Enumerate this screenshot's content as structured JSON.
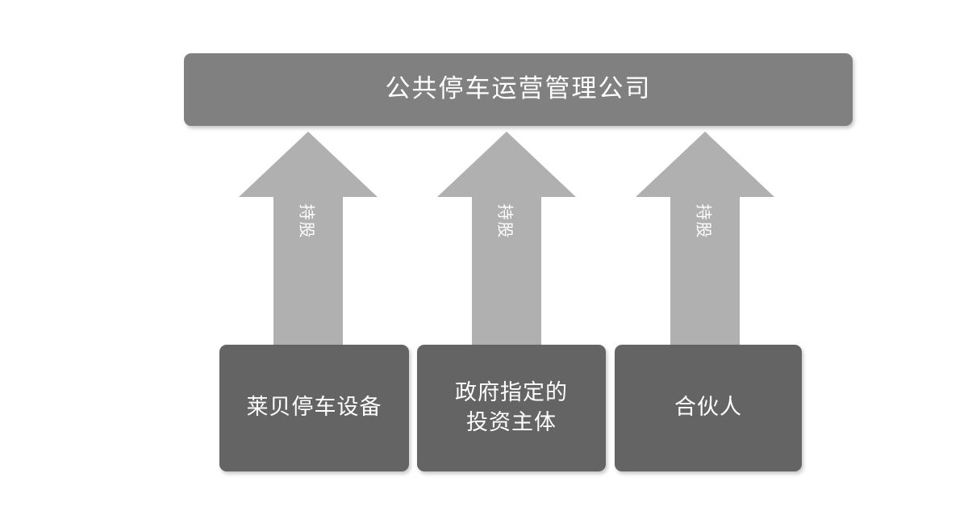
{
  "diagram": {
    "type": "org-ownership-structure",
    "background_color": "#ffffff",
    "parent": {
      "label": "公共停车运营管理公司",
      "fill_color": "#808080",
      "text_color": "#ffffff"
    },
    "relations": [
      {
        "label": "持股",
        "direction": "up",
        "fill_color": "#b0b0b0",
        "text_color": "#ffffff"
      },
      {
        "label": "持股",
        "direction": "up",
        "fill_color": "#b0b0b0",
        "text_color": "#ffffff"
      },
      {
        "label": "持股",
        "direction": "up",
        "fill_color": "#b0b0b0",
        "text_color": "#ffffff"
      }
    ],
    "children": [
      {
        "label": "莱贝停车设备",
        "fill_color": "#646464",
        "text_color": "#ffffff"
      },
      {
        "label": "政府指定的\n投资主体",
        "fill_color": "#646464",
        "text_color": "#ffffff"
      },
      {
        "label": "合伙人",
        "fill_color": "#646464",
        "text_color": "#ffffff"
      }
    ]
  }
}
